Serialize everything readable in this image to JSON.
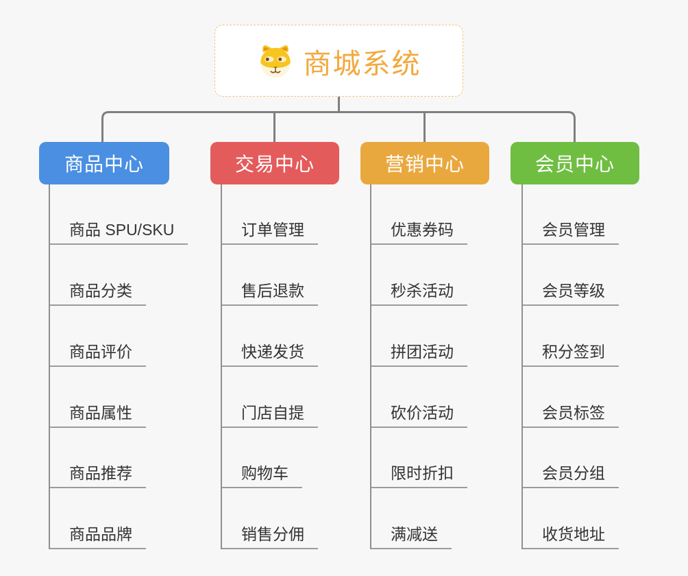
{
  "page": {
    "background": "#f7f7f7"
  },
  "root": {
    "title": "商城系统",
    "icon": "shiba-dog-icon",
    "accent_color": "#F2A93F",
    "border_color": "#F5C27A",
    "background": "#ffffff"
  },
  "connectors": {
    "color": "#7f7f7f",
    "underline_color": "#9b9b9b"
  },
  "branches": [
    {
      "label": "商品中心",
      "color": "#4A8FE2",
      "children": [
        "商品 SPU/SKU",
        "商品分类",
        "商品评价",
        "商品属性",
        "商品推荐",
        "商品品牌"
      ]
    },
    {
      "label": "交易中心",
      "color": "#E45B5B",
      "children": [
        "订单管理",
        "售后退款",
        "快递发货",
        "门店自提",
        "购物车",
        "销售分佣"
      ]
    },
    {
      "label": "营销中心",
      "color": "#E9A83E",
      "children": [
        "优惠券码",
        "秒杀活动",
        "拼团活动",
        "砍价活动",
        "限时折扣",
        "满减送"
      ]
    },
    {
      "label": "会员中心",
      "color": "#6FBE42",
      "children": [
        "会员管理",
        "会员等级",
        "积分签到",
        "会员标签",
        "会员分组",
        "收货地址"
      ]
    }
  ]
}
